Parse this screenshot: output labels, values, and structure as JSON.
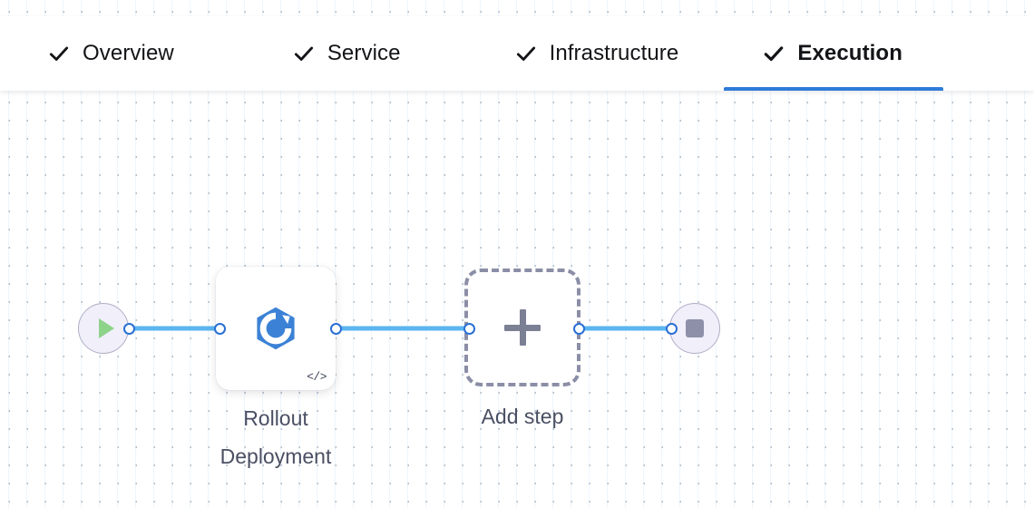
{
  "tabs": [
    {
      "label": "Overview",
      "icon": "check-icon",
      "active": false,
      "completed": true
    },
    {
      "label": "Service",
      "icon": "check-icon",
      "active": false,
      "completed": true
    },
    {
      "label": "Infrastructure",
      "icon": "check-icon",
      "active": false,
      "completed": true
    },
    {
      "label": "Execution",
      "icon": "check-icon",
      "active": true,
      "completed": true
    }
  ],
  "flow": {
    "nodes": [
      {
        "id": "start",
        "type": "start-terminal",
        "icon": "play-icon",
        "label": ""
      },
      {
        "id": "rollout",
        "type": "step-card",
        "icon": "rollout-deployment-icon",
        "badge": "</>",
        "label": "Rollout\nDeployment"
      },
      {
        "id": "add-step",
        "type": "add-placeholder",
        "icon": "plus-icon",
        "label": "Add step"
      },
      {
        "id": "end",
        "type": "end-terminal",
        "icon": "stop-icon",
        "label": ""
      }
    ],
    "edges": [
      {
        "from": "start",
        "to": "rollout"
      },
      {
        "from": "rollout",
        "to": "add-step"
      },
      {
        "from": "add-step",
        "to": "end"
      }
    ]
  },
  "colors": {
    "accent": "#2f7bd8",
    "edge": "#5bb5f0",
    "handle_border": "#2a6fd4",
    "terminal_fill": "#f0effa",
    "terminal_border": "#b0aec6",
    "play": "#8ed38a",
    "stop": "#8d90a8",
    "add_border": "#8b8ea6",
    "caption_text": "#4a4f63",
    "tab_text": "#131417",
    "canvas_bg": "#ffffff",
    "dot": "#b9c0cc",
    "step_icon": "#3b82d6"
  }
}
